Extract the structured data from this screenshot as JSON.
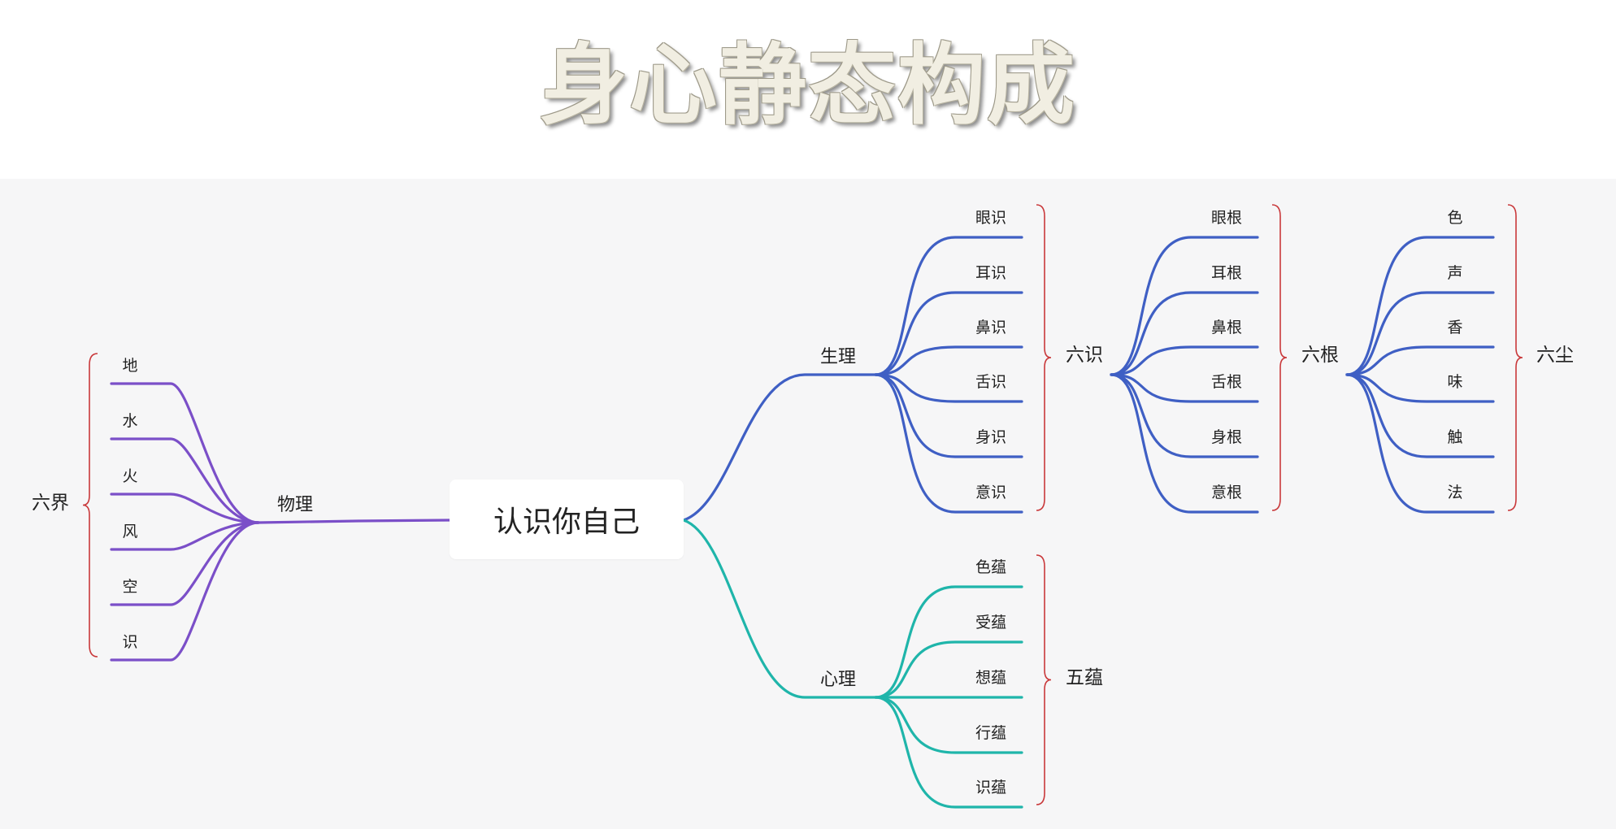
{
  "title": "身心静态构成",
  "root": "认识你自己",
  "physical": {
    "label": "物理",
    "group": "六界",
    "items": [
      "地",
      "水",
      "火",
      "风",
      "空",
      "识"
    ]
  },
  "physiology": {
    "label": "生理",
    "six_consciousness": {
      "group": "六识",
      "items": [
        "眼识",
        "耳识",
        "鼻识",
        "舌识",
        "身识",
        "意识"
      ]
    },
    "six_roots": {
      "group": "六根",
      "items": [
        "眼根",
        "耳根",
        "鼻根",
        "舌根",
        "身根",
        "意根"
      ]
    },
    "six_dusts": {
      "group": "六尘",
      "items": [
        "色",
        "声",
        "香",
        "味",
        "触",
        "法"
      ]
    }
  },
  "psychology": {
    "label": "心理",
    "group": "五蕴",
    "items": [
      "色蕴",
      "受蕴",
      "想蕴",
      "行蕴",
      "识蕴"
    ]
  },
  "colors": {
    "purple": "#7b4fc8",
    "blue": "#3f5fc4",
    "teal": "#1fb5aa",
    "brace": "#c9383a"
  }
}
